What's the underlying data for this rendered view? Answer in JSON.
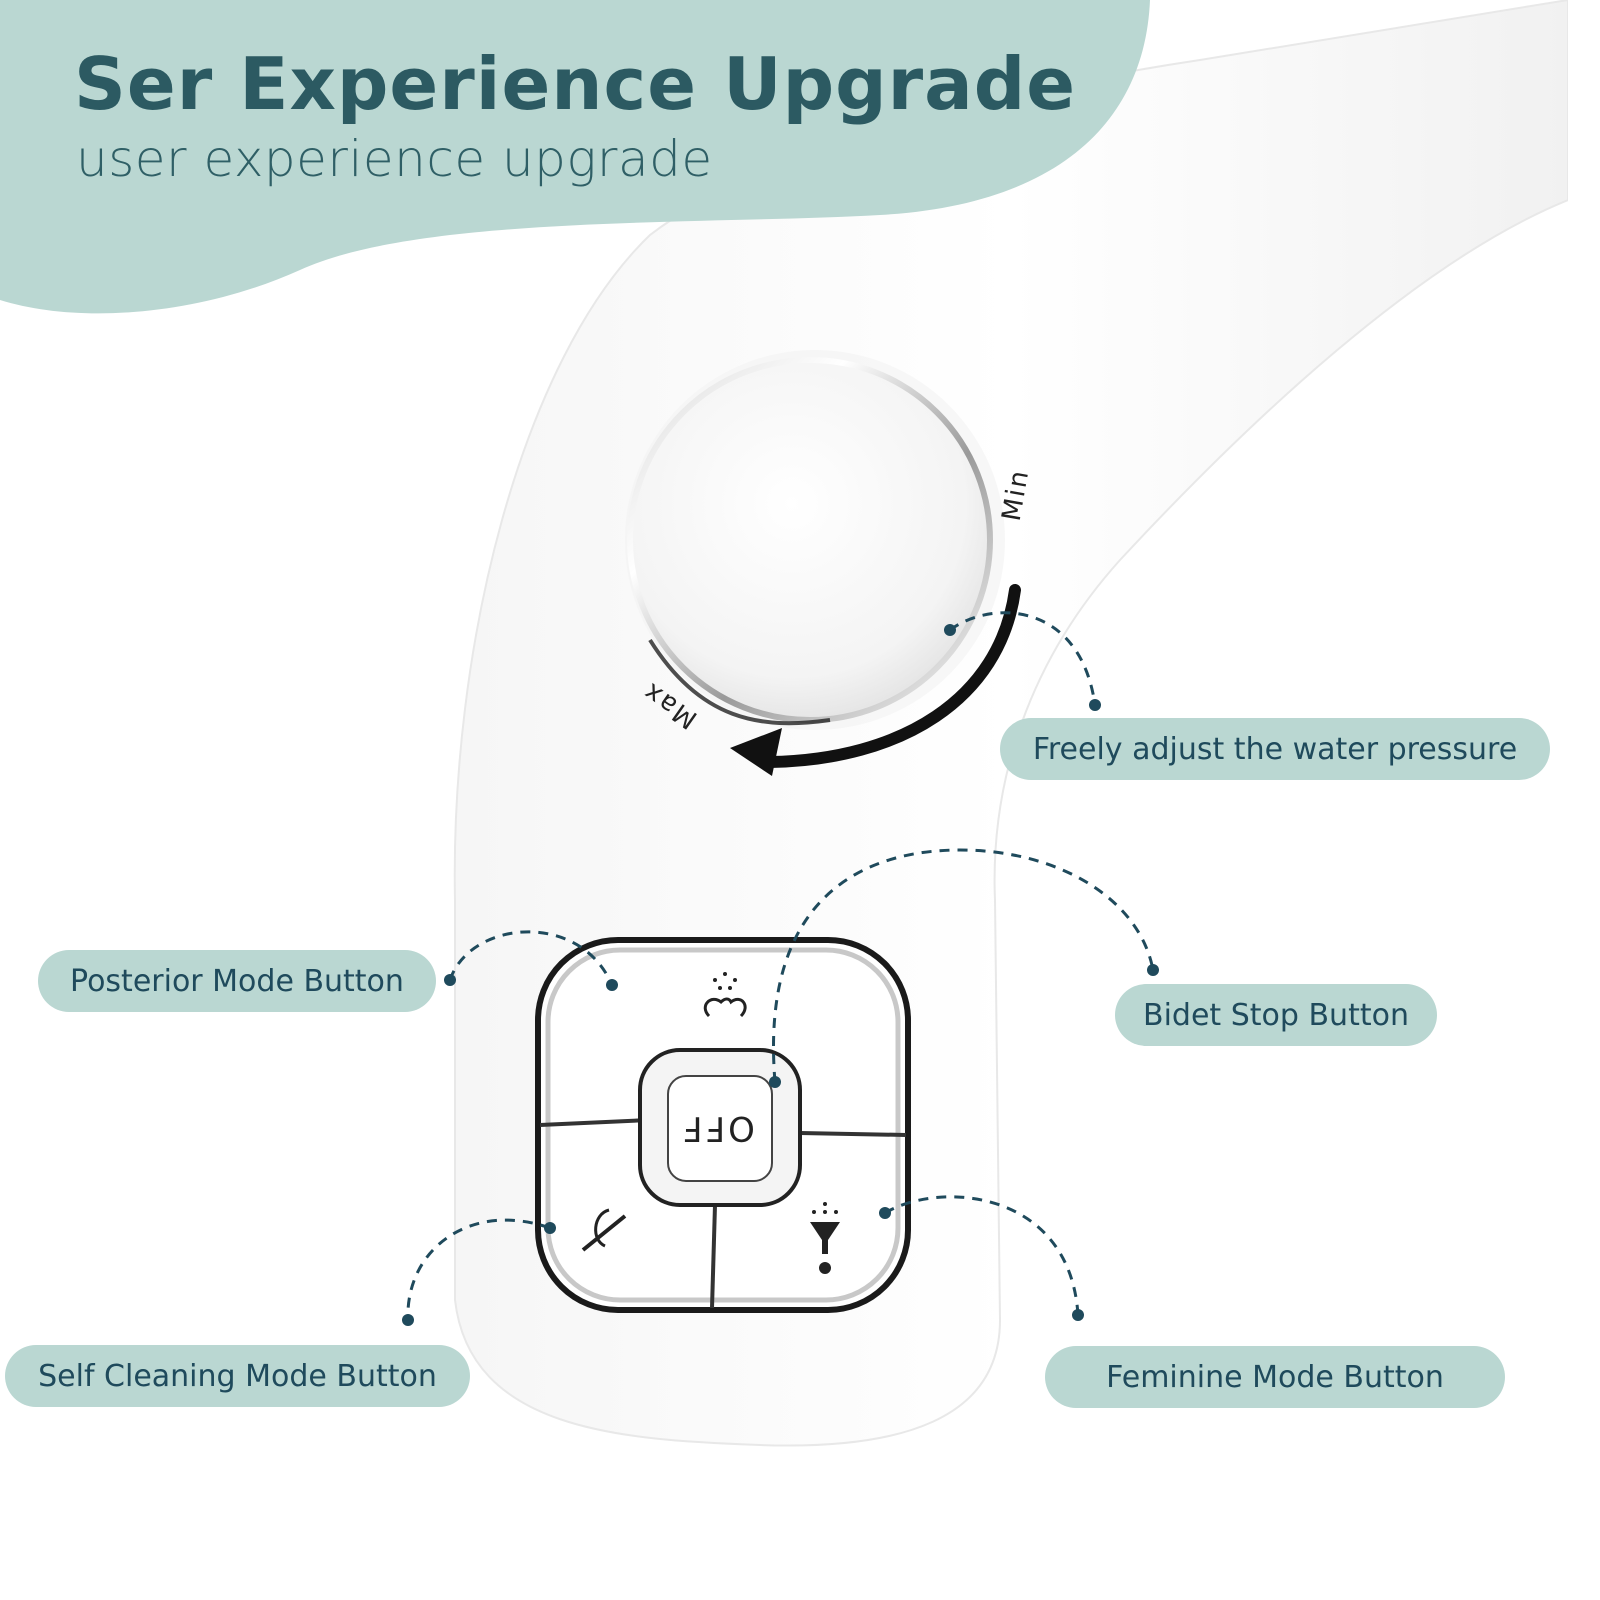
{
  "header": {
    "title": "Ser Experience Upgrade",
    "subtitle": "user experience upgrade"
  },
  "colors": {
    "accent_bg": "#bad7d2",
    "title_text": "#2c5a62",
    "label_text": "#1f4a5c",
    "leader_line": "#1f4a5c"
  },
  "dial": {
    "min_label": "Min",
    "max_label": "Max",
    "direction_icon": "curved-arrow-left-icon"
  },
  "control_panel": {
    "center_button_label": "OFF",
    "buttons": [
      {
        "position": "top",
        "icon": "posterior-spray-icon"
      },
      {
        "position": "center",
        "icon": "off-text"
      },
      {
        "position": "bottom-left",
        "icon": "self-cleaning-nozzle-icon"
      },
      {
        "position": "bottom-right",
        "icon": "feminine-spray-icon"
      }
    ]
  },
  "callouts": {
    "water_pressure": "Freely adjust the water pressure",
    "posterior": "Posterior Mode Button",
    "bidet_stop": "Bidet Stop Button",
    "self_cleaning": "Self Cleaning Mode Button",
    "feminine": "Feminine Mode Button"
  }
}
